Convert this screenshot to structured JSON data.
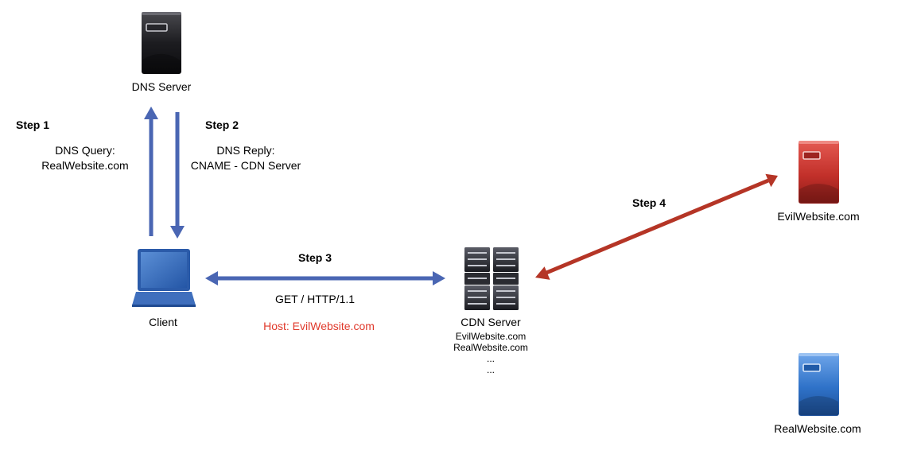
{
  "nodes": {
    "dns_server": {
      "label": "DNS Server"
    },
    "client": {
      "label": "Client"
    },
    "cdn_server": {
      "label": "CDN Server",
      "hosted": [
        "EvilWebsite.com",
        "RealWebsite.com",
        "...",
        "..."
      ]
    },
    "evil_site": {
      "label": "EvilWebsite.com",
      "color": "#c0302a"
    },
    "real_site": {
      "label": "RealWebsite.com",
      "color": "#2d6fc4"
    }
  },
  "steps": {
    "step1": {
      "title": "Step 1",
      "line1": "DNS Query:",
      "line2": "RealWebsite.com"
    },
    "step2": {
      "title": "Step 2",
      "line1": "DNS Reply:",
      "line2": "CNAME - CDN Server"
    },
    "step3": {
      "title": "Step 3",
      "line1": "GET / HTTP/1.1",
      "line2": "Host: EvilWebsite.com"
    },
    "step4": {
      "title": "Step 4"
    }
  },
  "colors": {
    "arrow_blue": "#4a66b3",
    "arrow_red": "#b53526",
    "host_red": "#e0392b"
  }
}
